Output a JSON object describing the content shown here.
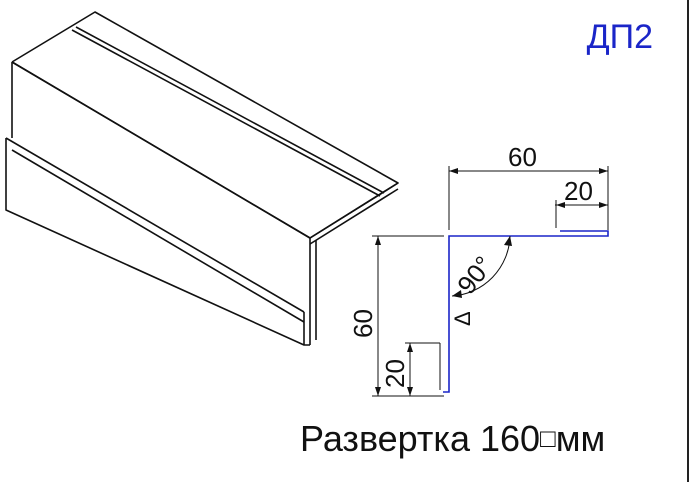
{
  "profile": {
    "code": "ДП2",
    "development_label": "Развертка 160",
    "development_unit": "мм",
    "unit_glyph": "□",
    "code_color": "#1a25c8",
    "profile_color": "#1a25c8"
  },
  "dimensions": {
    "top_width": "60",
    "top_fold": "20",
    "side_height": "60",
    "side_fold": "20",
    "angle": "90°",
    "tolerance_mark": "Δ"
  },
  "icons": {
    "isometric_part": "angle-flashing-drawing-icon"
  }
}
